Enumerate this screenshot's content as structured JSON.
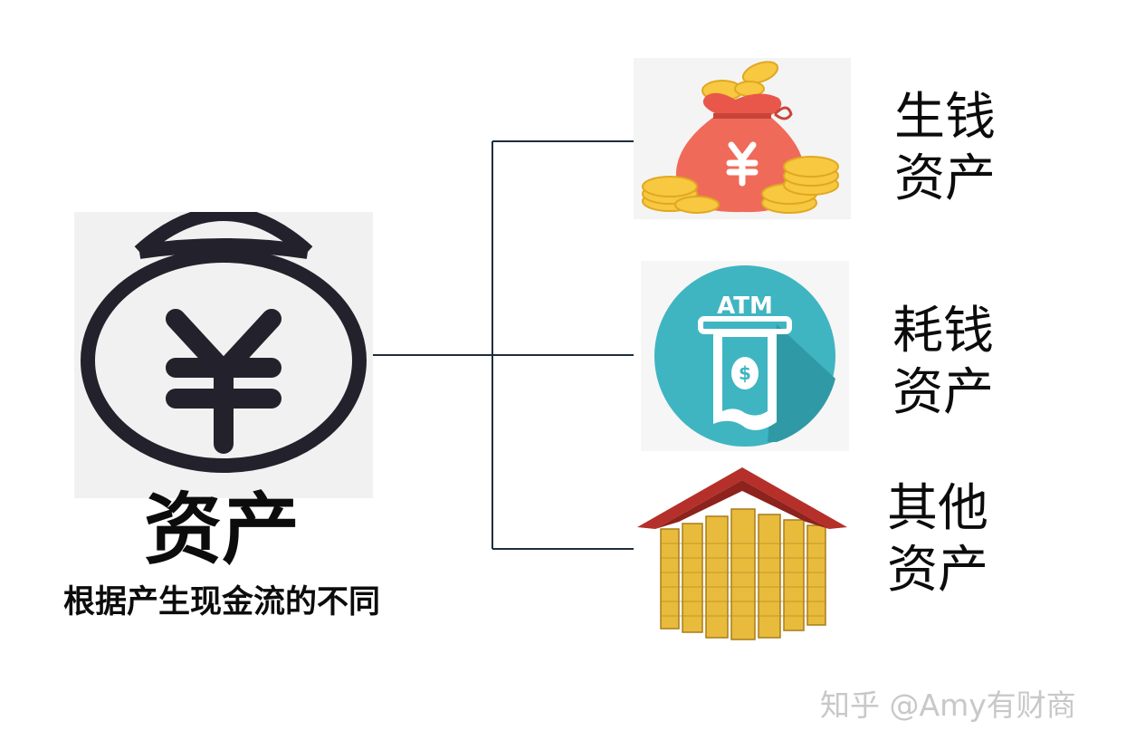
{
  "diagram": {
    "main": {
      "title": "资产",
      "subtitle": "根据产生现金流的不同",
      "icon": "money-bag-yuan-icon"
    },
    "categories": [
      {
        "line1": "生钱",
        "line2": "资产",
        "icon": "money-bag-coins-icon"
      },
      {
        "line1": "耗钱",
        "line2": "资产",
        "icon": "atm-cash-icon"
      },
      {
        "line1": "其他",
        "line2": "资产",
        "icon": "coin-house-icon"
      }
    ]
  },
  "watermark": "知乎 @Amy有财商",
  "colors": {
    "connector": "#1f2d3d",
    "main_icon": "#23222c",
    "bag_red": "#f06a5a",
    "coin_gold": "#f7c840",
    "atm_teal": "#3fb5c2",
    "roof_red": "#b5302a",
    "watermark": "#c8c8c8"
  }
}
